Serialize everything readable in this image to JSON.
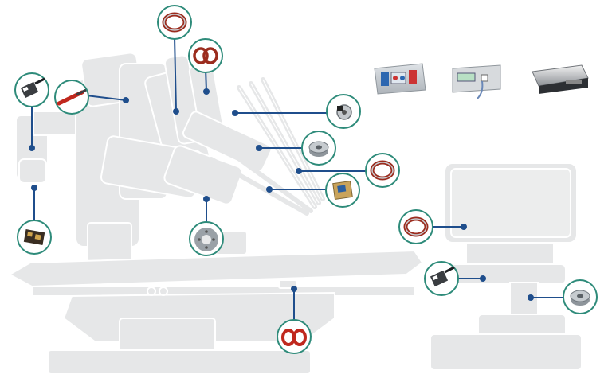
{
  "colors": {
    "silhouette": "#e6e7e8",
    "silhouette_stroke": "#cfd2d5",
    "outline": "#ffffff",
    "callout_line": "#1f4e8c",
    "callout_ring": "#2e8b7a",
    "bearing_red": "#9b2c1e",
    "metal": "#a7adb3"
  },
  "callouts": [
    {
      "name": "bearing-callout-top",
      "icon": "thin-section-bearing-icon"
    },
    {
      "name": "oring-callout-top",
      "icon": "o-ring-pair-icon"
    },
    {
      "name": "sensor-callout-left",
      "icon": "sensor-module-icon"
    },
    {
      "name": "probe-callout-left",
      "icon": "red-probe-icon"
    },
    {
      "name": "encoder-callout",
      "icon": "encoder-icon"
    },
    {
      "name": "load-cell-callout-1",
      "icon": "load-cell-icon"
    },
    {
      "name": "bearing-callout-right",
      "icon": "thin-section-bearing-icon"
    },
    {
      "name": "pcb-callout",
      "icon": "pcb-module-icon"
    },
    {
      "name": "board-callout-left",
      "icon": "circuit-board-icon"
    },
    {
      "name": "hub-callout",
      "icon": "hub-disc-icon"
    },
    {
      "name": "bearing-callout-monitor",
      "icon": "thin-section-bearing-icon"
    },
    {
      "name": "sensor-callout-console",
      "icon": "sensor-module-icon"
    },
    {
      "name": "load-cell-callout-2",
      "icon": "load-cell-icon"
    },
    {
      "name": "oring-callout-table",
      "icon": "o-ring-pair-icon"
    }
  ],
  "devices": [
    {
      "name": "electrosurgical-generator",
      "icon": "generator-icon"
    },
    {
      "name": "insufflator-unit",
      "icon": "insufflator-icon"
    },
    {
      "name": "video-processor-box",
      "icon": "processor-box-icon"
    }
  ]
}
